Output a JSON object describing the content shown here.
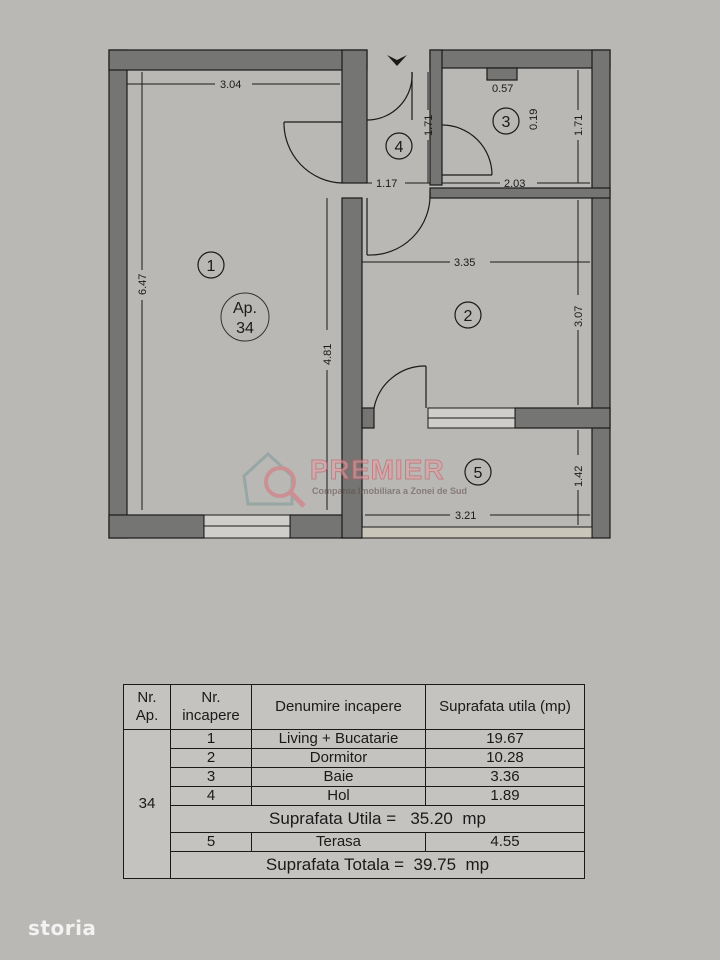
{
  "plan": {
    "apartment_label": "Ap.",
    "apartment_number": "34",
    "rooms": [
      {
        "id": "1"
      },
      {
        "id": "2"
      },
      {
        "id": "3"
      },
      {
        "id": "4"
      },
      {
        "id": "5"
      }
    ],
    "dimensions": {
      "room1_width": "3.04",
      "room1_height": "6.47",
      "room1_inner_height": "4.81",
      "hall_width": "1.17",
      "hall_height": "1.71",
      "bath_width": "2.03",
      "bath_height": "1.71",
      "bath_niche_width": "0.57",
      "bath_niche_depth": "0.19",
      "bedroom_width": "3.35",
      "bedroom_height": "3.07",
      "terrace_width": "3.21",
      "terrace_height": "1.42"
    },
    "entrance_icon": "arrow-down-chevron"
  },
  "watermark": {
    "brand": "PREMIER",
    "tagline": "Compania Imobiliara a Zonei de Sud"
  },
  "table": {
    "headers": {
      "nr_ap": "Nr. Ap.",
      "nr_incapere": "Nr. incapere",
      "denumire": "Denumire incapere",
      "suprafata": "Suprafata utila (mp)"
    },
    "apartment": "34",
    "rows": [
      {
        "nr": "1",
        "name": "Living + Bucatarie",
        "area": "19.67"
      },
      {
        "nr": "2",
        "name": "Dormitor",
        "area": "10.28"
      },
      {
        "nr": "3",
        "name": "Baie",
        "area": "3.36"
      },
      {
        "nr": "4",
        "name": "Hol",
        "area": "1.89"
      }
    ],
    "useful_label": "Suprafata Utila =",
    "useful_value": "35.20",
    "useful_unit": "mp",
    "terrace": {
      "nr": "5",
      "name": "Terasa",
      "area": "4.55"
    },
    "total_label": "Suprafata Totala =",
    "total_value": "39.75",
    "total_unit": "mp"
  },
  "logo": {
    "text": "storia"
  }
}
